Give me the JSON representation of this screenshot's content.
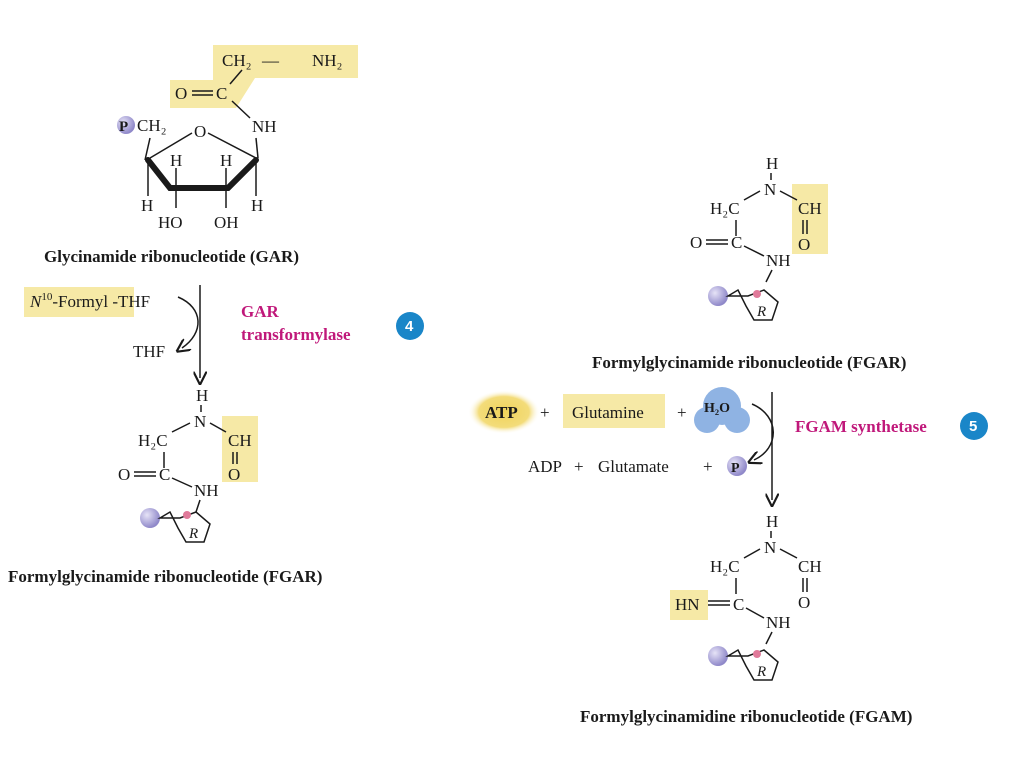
{
  "gar": {
    "group_ch2": "CH₂",
    "group_dash": "—",
    "group_nh2": "NH₂",
    "o_carbonyl": "O",
    "c_carbonyl": "C",
    "ring_o": "O",
    "nh": "NH",
    "p_sym": "P",
    "ch2_5": "CH₂",
    "h1": "H",
    "h2": "H",
    "h3": "H",
    "h4": "H",
    "ho": "HO",
    "oh": "OH",
    "label": "Glycinamide ribonucleotide (GAR)"
  },
  "step4": {
    "cofactor_in_sup": "10",
    "cofactor_in_pre": "N",
    "cofactor_in_post": "-Formyl -THF",
    "cofactor_out": "THF",
    "enzyme_line1": "GAR",
    "enzyme_line2": "transformylase",
    "number": "4"
  },
  "fgar_left": {
    "h_top": "H",
    "n": "N",
    "h2c": "H₂C",
    "ch": "CH",
    "o_ald": "O",
    "o_amide": "O",
    "c_amide": "C",
    "nh": "NH",
    "r": "R",
    "label": "Formylglycinamide ribonucleotide (FGAR)"
  },
  "fgar_right": {
    "h_top": "H",
    "n": "N",
    "h2c": "H₂C",
    "ch": "CH",
    "o_ald": "O",
    "o_amide": "O",
    "c_amide": "C",
    "nh": "NH",
    "r": "R",
    "label": "Formylglycinamide ribonucleotide (FGAR)"
  },
  "step5": {
    "atp": "ATP",
    "plus1": "+",
    "glutamine": "Glutamine",
    "plus2": "+",
    "h2o": "H₂O",
    "adp": "ADP",
    "plus3": "+",
    "glutamate": "Glutamate",
    "plus4": "+",
    "p_sym": "P",
    "enzyme": "FGAM synthetase",
    "number": "5"
  },
  "fgam": {
    "h_top": "H",
    "n": "N",
    "h2c": "H₂C",
    "ch": "CH",
    "o_ald": "O",
    "hn": "HN",
    "c_amidine": "C",
    "nh": "NH",
    "r": "R",
    "label": "Formylglycinamidine ribonucleotide (FGAM)"
  },
  "colors": {
    "highlight": "#f6e9a6",
    "enzyme": "#c0187a",
    "step_badge": "#1a86c8",
    "phosphate": "#a9a4d8",
    "ribose_dot": "#e07a9a",
    "water": "#8fb3e3",
    "atp_glow": "#e8c84a"
  }
}
